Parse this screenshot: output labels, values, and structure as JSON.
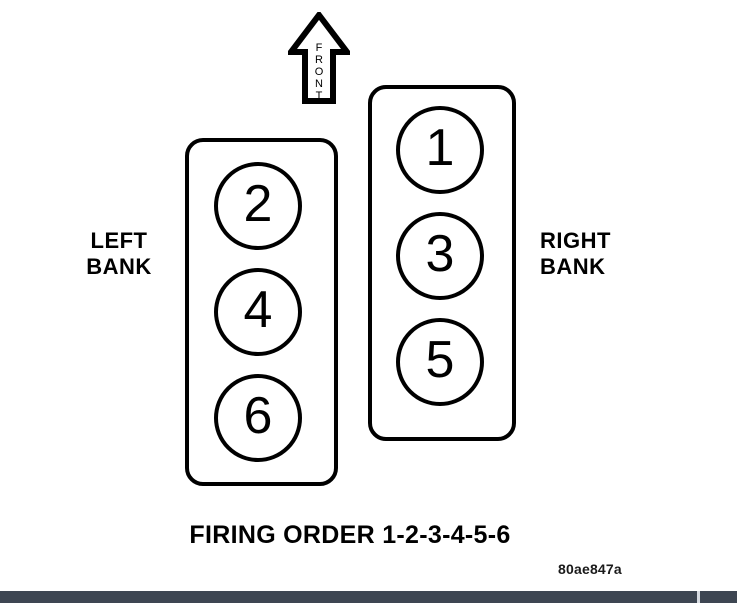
{
  "diagram": {
    "title": "Engine cylinder firing order diagram",
    "front_arrow": {
      "icon": "up-arrow-icon",
      "label": "FRONT",
      "letters": [
        "F",
        "R",
        "O",
        "N",
        "T"
      ]
    },
    "banks": [
      {
        "id": "left",
        "label": "LEFT\nBANK",
        "cylinders": [
          "2",
          "4",
          "6"
        ]
      },
      {
        "id": "right",
        "label": "RIGHT\nBANK",
        "cylinders": [
          "1",
          "3",
          "5"
        ]
      }
    ],
    "caption": "FIRING ORDER 1-2-3-4-5-6",
    "image_id": "80ae847a",
    "colors": {
      "ink": "#000000",
      "background": "#ffffff",
      "footer_bar": "#3e4652",
      "footer_divider": "#d8dce2"
    }
  }
}
